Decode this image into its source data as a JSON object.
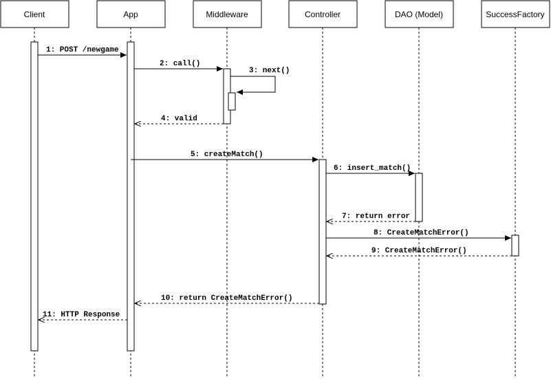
{
  "participants": [
    {
      "id": "client",
      "label": "Client"
    },
    {
      "id": "app",
      "label": "App"
    },
    {
      "id": "middleware",
      "label": "Middleware"
    },
    {
      "id": "controller",
      "label": "Controller"
    },
    {
      "id": "dao",
      "label": "DAO (Model)"
    },
    {
      "id": "success_factory",
      "label": "SuccessFactory"
    }
  ],
  "messages": [
    {
      "label": "1: POST /newgame",
      "from": "client",
      "to": "app",
      "kind": "sync"
    },
    {
      "label": "2: call()",
      "from": "app",
      "to": "middleware",
      "kind": "sync"
    },
    {
      "label": "3: next()",
      "from": "middleware",
      "to": "middleware",
      "kind": "self"
    },
    {
      "label": "4: valid",
      "from": "middleware",
      "to": "app",
      "kind": "return"
    },
    {
      "label": "5: createMatch()",
      "from": "app",
      "to": "controller",
      "kind": "sync"
    },
    {
      "label": "6: insert_match()",
      "from": "controller",
      "to": "dao",
      "kind": "sync"
    },
    {
      "label": "7: return error",
      "from": "dao",
      "to": "controller",
      "kind": "return"
    },
    {
      "label": "8: CreateMatchError()",
      "from": "controller",
      "to": "success_factory",
      "kind": "sync"
    },
    {
      "label": "9: CreateMatchError()",
      "from": "success_factory",
      "to": "controller",
      "kind": "return"
    },
    {
      "label": "10: return CreateMatchError()",
      "from": "controller",
      "to": "app",
      "kind": "return"
    },
    {
      "label": "11: HTTP Response",
      "from": "app",
      "to": "client",
      "kind": "return"
    }
  ]
}
